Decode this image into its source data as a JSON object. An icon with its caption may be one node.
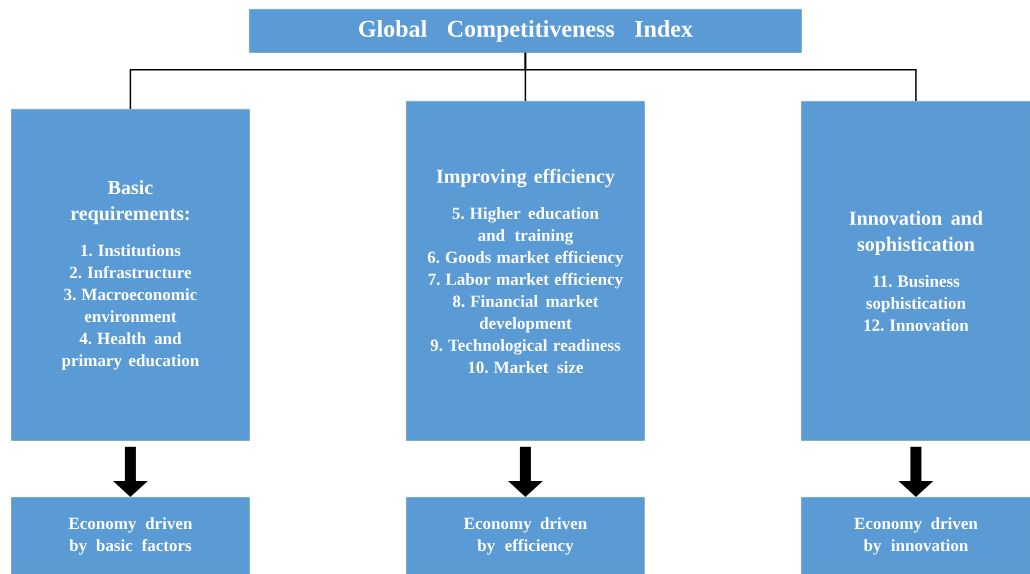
{
  "diagram": {
    "nodes": [
      {
        "text": [
          "Global Competitiveness Index"
        ]
      },
      {
        "text": [
          "Basic requirements:",
          "1. Institutions",
          "2. Infrastructure",
          "3. Macroeconomic environment",
          "4. Health and primary education"
        ]
      },
      {
        "text": [
          "Improving efficiency",
          "5. Higher education and training",
          "6. Goods market efficiency",
          "7. Labor market efficiency",
          "8. Financial market development",
          "9. Technological readiness",
          "10. Market size"
        ]
      },
      {
        "text": [
          "Innovation and sophistication",
          "11. Business sophistication",
          "12. Innovation"
        ]
      },
      {
        "text": [
          "Economy driven by basic factors"
        ]
      },
      {
        "text": [
          "Economy driven by efficiency"
        ]
      },
      {
        "text": [
          "Economy driven by innovation"
        ]
      }
    ],
    "edges": [
      {
        "from": 0,
        "to": 1,
        "arrow": "none"
      },
      {
        "from": 0,
        "to": 2,
        "arrow": "none"
      },
      {
        "from": 0,
        "to": 3,
        "arrow": "none"
      },
      {
        "from": 1,
        "to": 4,
        "arrow": "to",
        "style": "thick"
      },
      {
        "from": 2,
        "to": 5,
        "arrow": "to",
        "style": "thick"
      },
      {
        "from": 3,
        "to": 6,
        "arrow": "to",
        "style": "thick"
      }
    ]
  }
}
